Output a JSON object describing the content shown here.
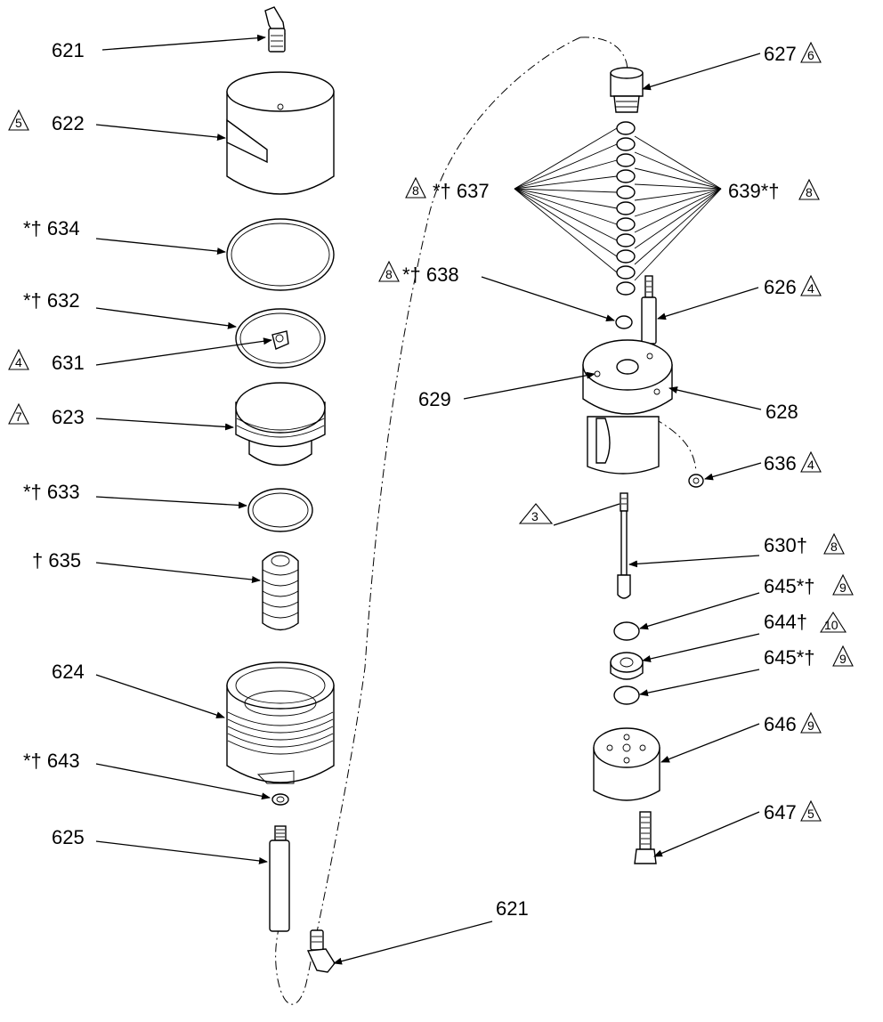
{
  "callouts": {
    "c621_top": "621",
    "c622": "622",
    "c634": "*† 634",
    "c632": "*† 632",
    "c631": "631",
    "c623": "623",
    "c633": "*† 633",
    "c635": "† 635",
    "c624": "624",
    "c643": "*† 643",
    "c625": "625",
    "c621_bottom": "621",
    "c627": "627",
    "c637": "*† 637",
    "c639": "639*†",
    "c638": "*† 638",
    "c626": "626",
    "c629": "629",
    "c628": "628",
    "c636": "636",
    "c630": "630†",
    "c645a": "645*†",
    "c644": "644†",
    "c645b": "645*†",
    "c646": "646",
    "c647": "647"
  },
  "notes": {
    "n622": "5",
    "n631": "4",
    "n623": "7",
    "n627": "6",
    "n637": "8",
    "n639": "8",
    "n638": "8",
    "n626": "4",
    "n636": "4",
    "n3": "3",
    "n630": "8",
    "n645a": "9",
    "n644": "10",
    "n645b": "9",
    "n646": "9",
    "n647": "5"
  }
}
